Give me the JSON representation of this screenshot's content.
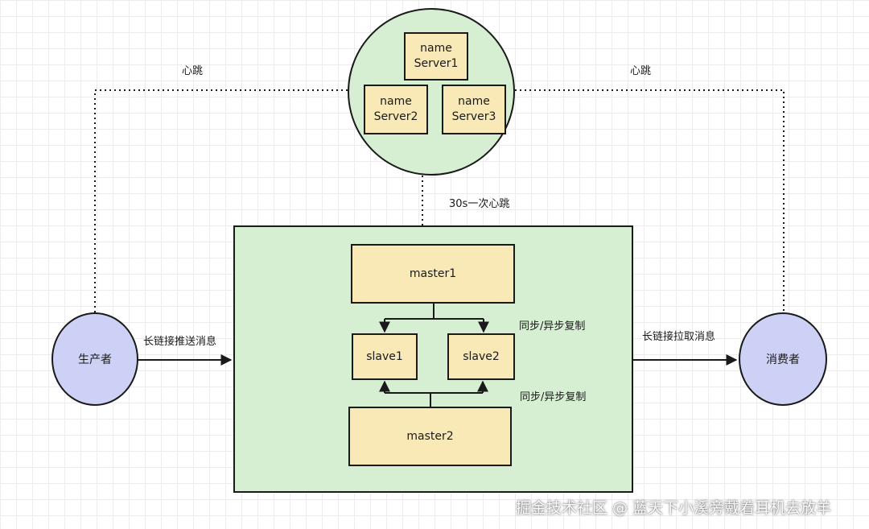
{
  "nameserver_cluster": {
    "servers": [
      {
        "label": "name\nServer1"
      },
      {
        "label": "name\nServer2"
      },
      {
        "label": "name\nServer3"
      }
    ]
  },
  "heartbeat": {
    "left_label": "心跳",
    "right_label": "心跳",
    "broker_label": "30s一次心跳"
  },
  "broker_cluster": {
    "master1": "master1",
    "slave1": "slave1",
    "slave2": "slave2",
    "master2": "master2",
    "sync_label_top": "同步/异步复制",
    "sync_label_bottom": "同步/异步复制"
  },
  "producer": {
    "label": "生产者",
    "edge_label": "长链接推送消息"
  },
  "consumer": {
    "label": "消费者",
    "edge_label": "长链接拉取消息"
  },
  "watermark": "掘金技术社区 @ 蓝天下小溪旁戴着耳机去放羊",
  "colors": {
    "nameserver_fill": "#d6efd2",
    "box_fill": "#f8e9b7",
    "client_fill": "#cdd1f5"
  }
}
